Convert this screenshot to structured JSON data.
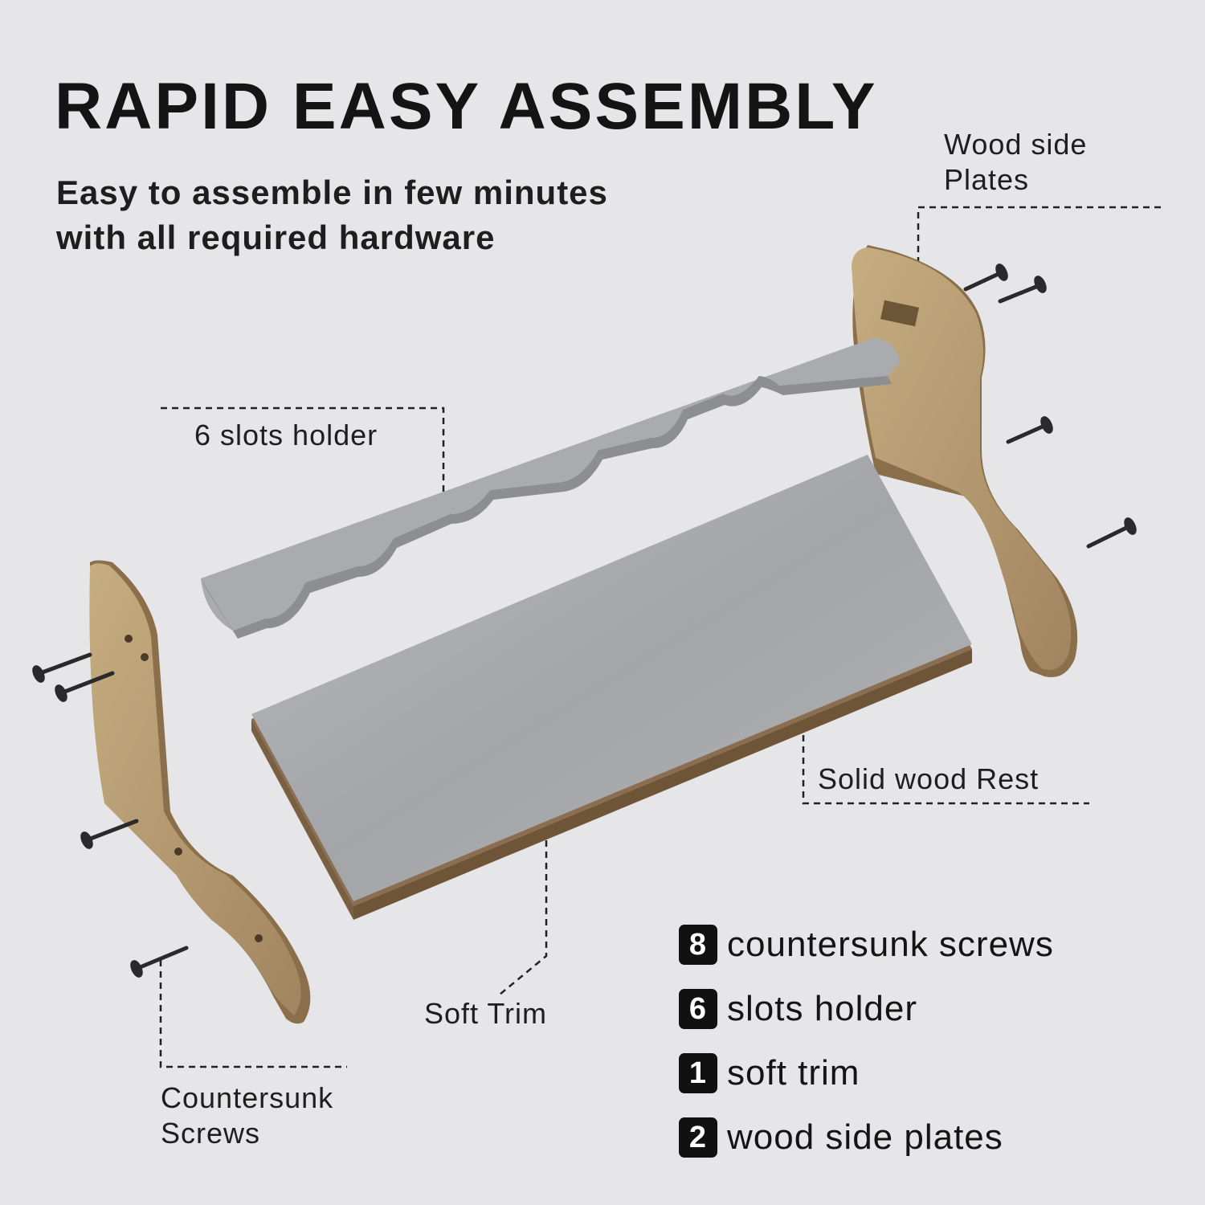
{
  "title": "RAPID EASY ASSEMBLY",
  "subtitle": {
    "line1": "Easy to assemble in few minutes",
    "line2": "with all required hardware"
  },
  "labels": {
    "wood_side_line1": "Wood side",
    "wood_side_line2": "Plates",
    "slots_holder": "6 slots holder",
    "solid_wood_rest": "Solid wood Rest",
    "soft_trim": "Soft Trim",
    "screws_line1": "Countersunk",
    "screws_line2": "Screws"
  },
  "parts": [
    {
      "qty": "8",
      "name": "countersunk screws"
    },
    {
      "qty": "6",
      "name": "slots holder"
    },
    {
      "qty": "1",
      "name": "soft trim"
    },
    {
      "qty": "2",
      "name": "wood side plates"
    }
  ],
  "colors": {
    "background": "#e6e6e8",
    "wood": "#b59a6e",
    "felt": "#a9abae",
    "text": "#141414"
  }
}
